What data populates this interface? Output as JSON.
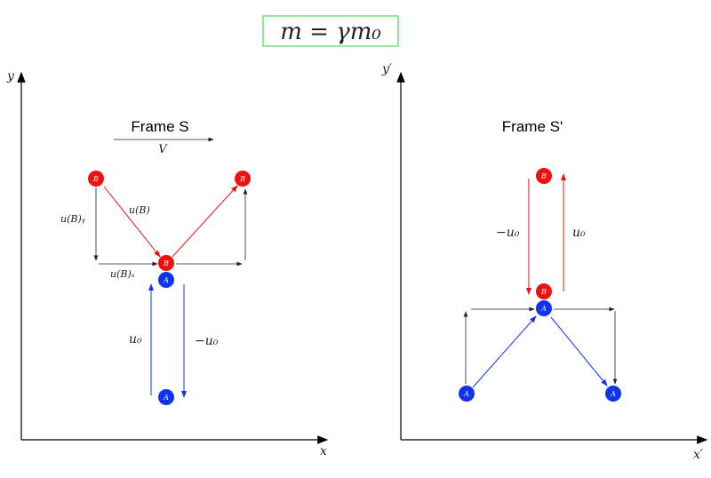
{
  "formula": "m = γm₀",
  "colors": {
    "red": "#ee1111",
    "blue": "#1133ee",
    "formula_border": "#33cc33"
  },
  "frame_s": {
    "title": "Frame S",
    "velocity_label": "V",
    "x_axis": "x",
    "y_axis": "y",
    "labels": {
      "uBy": "u(B)ᵧ",
      "uB": "u(B)",
      "uBx": "u(B)ₓ",
      "u0": "u₀",
      "neg_u0": "−u₀"
    },
    "particle_a": "A",
    "particle_b": "B"
  },
  "frame_s_prime": {
    "title": "Frame S'",
    "x_axis": "x′",
    "y_axis": "y′",
    "labels": {
      "neg_u0": "−u₀",
      "u0": "u₀"
    },
    "particle_a": "A",
    "particle_b": "B"
  }
}
